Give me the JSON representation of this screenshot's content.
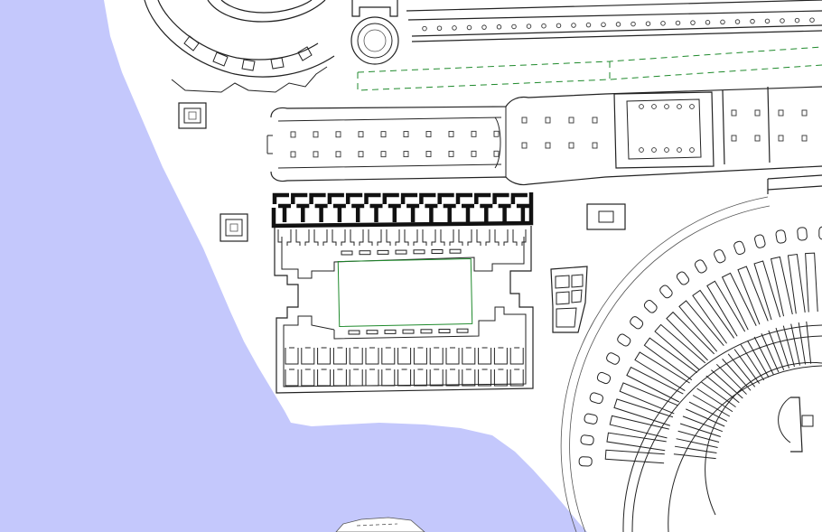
{
  "map": {
    "colors": {
      "water": "#c4c8fc",
      "land": "#ffffff",
      "outline": "#222222",
      "highlight": "#111111",
      "green_feature": "#1f8a2c"
    },
    "layers": [
      "water",
      "building-outlines",
      "highlighted-structure",
      "green-courtyard",
      "dashed-green-boundary"
    ],
    "labels": []
  }
}
